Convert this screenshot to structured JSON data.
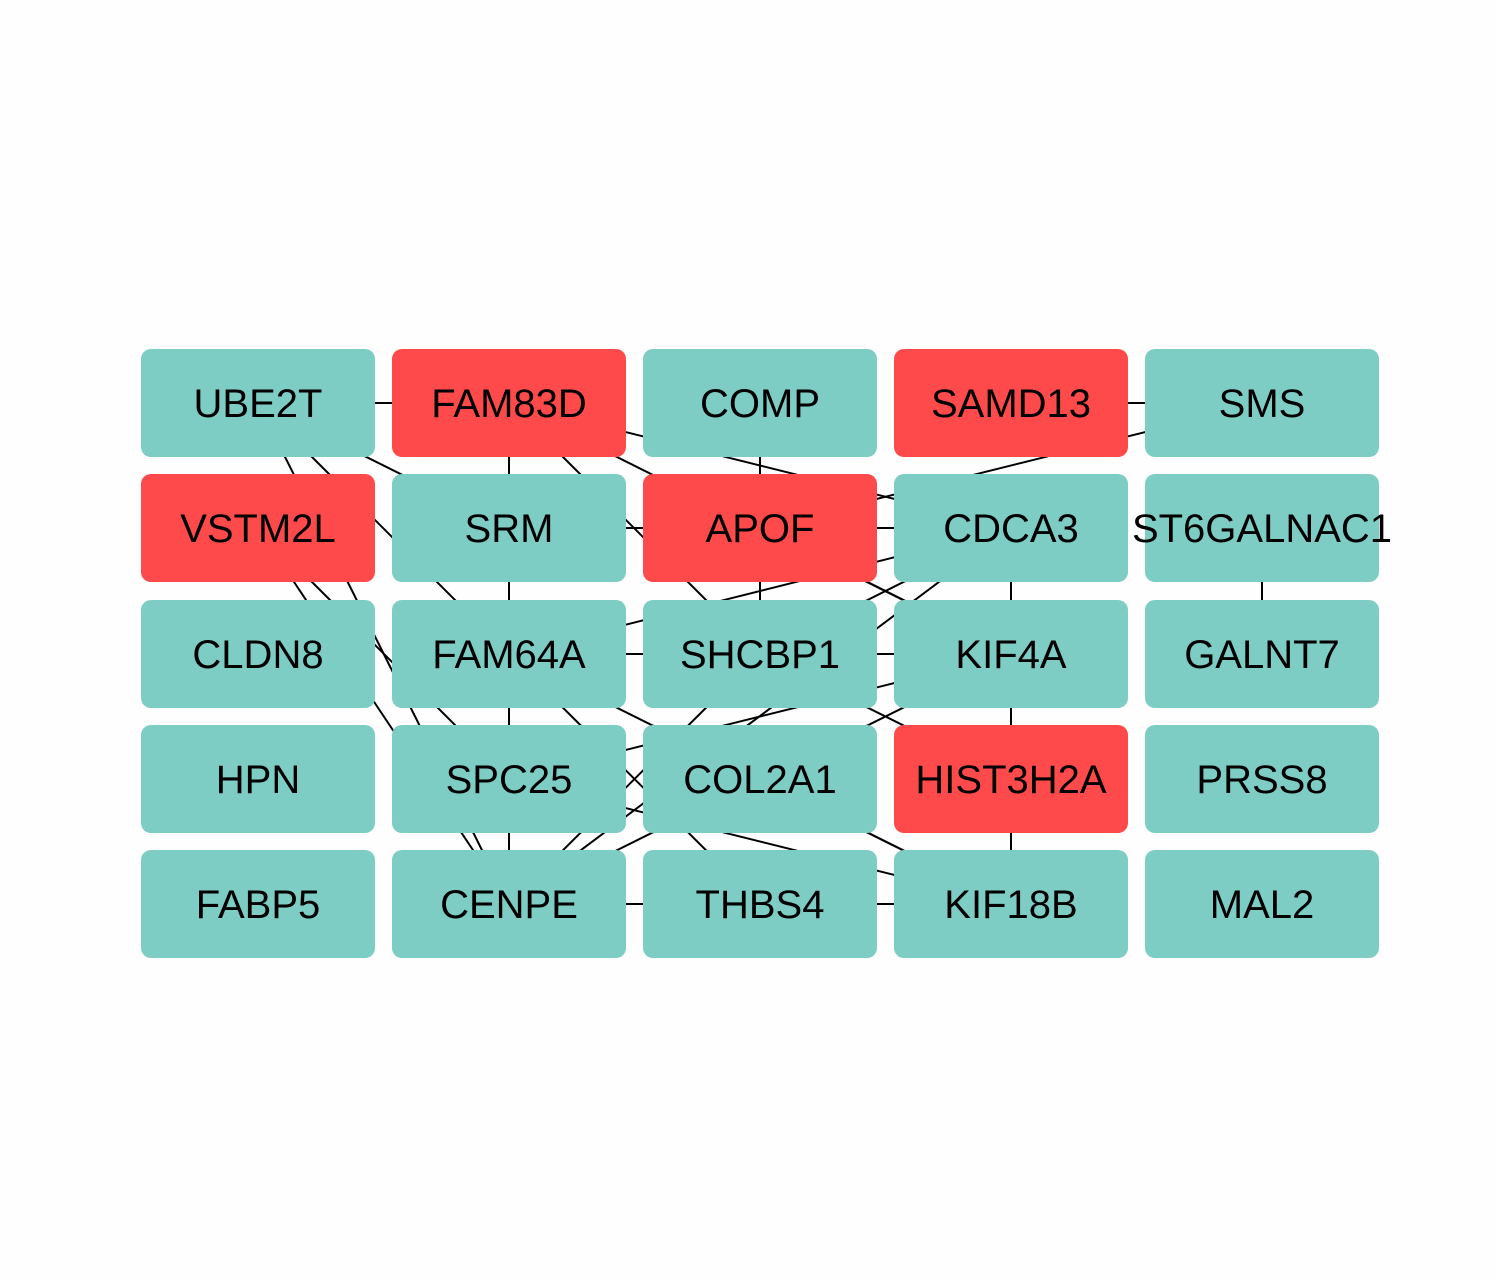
{
  "colors": {
    "background": "#fefefe",
    "node_default": "#7ecdc4",
    "node_highlight": "#fe4a4a",
    "edge": "#000000",
    "label": "#000000"
  },
  "nodes": [
    {
      "id": "UBE2T",
      "label": "UBE2T",
      "highlight": false
    },
    {
      "id": "FAM83D",
      "label": "FAM83D",
      "highlight": true
    },
    {
      "id": "COMP",
      "label": "COMP",
      "highlight": false
    },
    {
      "id": "SAMD13",
      "label": "SAMD13",
      "highlight": true
    },
    {
      "id": "SMS",
      "label": "SMS",
      "highlight": false
    },
    {
      "id": "VSTM2L",
      "label": "VSTM2L",
      "highlight": true
    },
    {
      "id": "SRM",
      "label": "SRM",
      "highlight": false
    },
    {
      "id": "APOF",
      "label": "APOF",
      "highlight": true
    },
    {
      "id": "CDCA3",
      "label": "CDCA3",
      "highlight": false
    },
    {
      "id": "ST6GALNAC1",
      "label": "ST6GALNAC1",
      "highlight": false
    },
    {
      "id": "CLDN8",
      "label": "CLDN8",
      "highlight": false
    },
    {
      "id": "FAM64A",
      "label": "FAM64A",
      "highlight": false
    },
    {
      "id": "SHCBP1",
      "label": "SHCBP1",
      "highlight": false
    },
    {
      "id": "KIF4A",
      "label": "KIF4A",
      "highlight": false
    },
    {
      "id": "GALNT7",
      "label": "GALNT7",
      "highlight": false
    },
    {
      "id": "HPN",
      "label": "HPN",
      "highlight": false
    },
    {
      "id": "SPC25",
      "label": "SPC25",
      "highlight": false
    },
    {
      "id": "COL2A1",
      "label": "COL2A1",
      "highlight": false
    },
    {
      "id": "HIST3H2A",
      "label": "HIST3H2A",
      "highlight": true
    },
    {
      "id": "PRSS8",
      "label": "PRSS8",
      "highlight": false
    },
    {
      "id": "FABP5",
      "label": "FABP5",
      "highlight": false
    },
    {
      "id": "CENPE",
      "label": "CENPE",
      "highlight": false
    },
    {
      "id": "THBS4",
      "label": "THBS4",
      "highlight": false
    },
    {
      "id": "KIF18B",
      "label": "KIF18B",
      "highlight": false
    },
    {
      "id": "MAL2",
      "label": "MAL2",
      "highlight": false
    }
  ],
  "edges": [
    [
      "UBE2T",
      "FAM83D"
    ],
    [
      "UBE2T",
      "SRM"
    ],
    [
      "UBE2T",
      "FAM64A"
    ],
    [
      "UBE2T",
      "CENPE"
    ],
    [
      "FAM83D",
      "SRM"
    ],
    [
      "FAM83D",
      "KIF4A"
    ],
    [
      "FAM83D",
      "CDCA3"
    ],
    [
      "FAM83D",
      "SHCBP1"
    ],
    [
      "SMS",
      "SAMD13"
    ],
    [
      "SMS",
      "APOF"
    ],
    [
      "COMP",
      "SHCBP1"
    ],
    [
      "VSTM2L",
      "SPC25"
    ],
    [
      "VSTM2L",
      "CENPE"
    ],
    [
      "SRM",
      "FAM64A"
    ],
    [
      "SRM",
      "CDCA3"
    ],
    [
      "APOF",
      "KIF4A"
    ],
    [
      "APOF",
      "SHCBP1"
    ],
    [
      "CDCA3",
      "FAM64A"
    ],
    [
      "CDCA3",
      "SHCBP1"
    ],
    [
      "CDCA3",
      "KIF4A"
    ],
    [
      "CDCA3",
      "CENPE"
    ],
    [
      "ST6GALNAC1",
      "GALNT7"
    ],
    [
      "FAM64A",
      "SHCBP1"
    ],
    [
      "FAM64A",
      "SPC25"
    ],
    [
      "FAM64A",
      "THBS4"
    ],
    [
      "FAM64A",
      "KIF18B"
    ],
    [
      "SHCBP1",
      "KIF4A"
    ],
    [
      "SHCBP1",
      "HIST3H2A"
    ],
    [
      "SHCBP1",
      "CENPE"
    ],
    [
      "KIF4A",
      "HIST3H2A"
    ],
    [
      "KIF4A",
      "SPC25"
    ],
    [
      "KIF4A",
      "CENPE"
    ],
    [
      "COL2A1",
      "KIF18B"
    ],
    [
      "SPC25",
      "CENPE"
    ],
    [
      "SPC25",
      "KIF18B"
    ],
    [
      "HIST3H2A",
      "KIF18B"
    ],
    [
      "CENPE",
      "THBS4"
    ],
    [
      "CENPE",
      "KIF18B"
    ],
    [
      "THBS4",
      "KIF18B"
    ]
  ]
}
